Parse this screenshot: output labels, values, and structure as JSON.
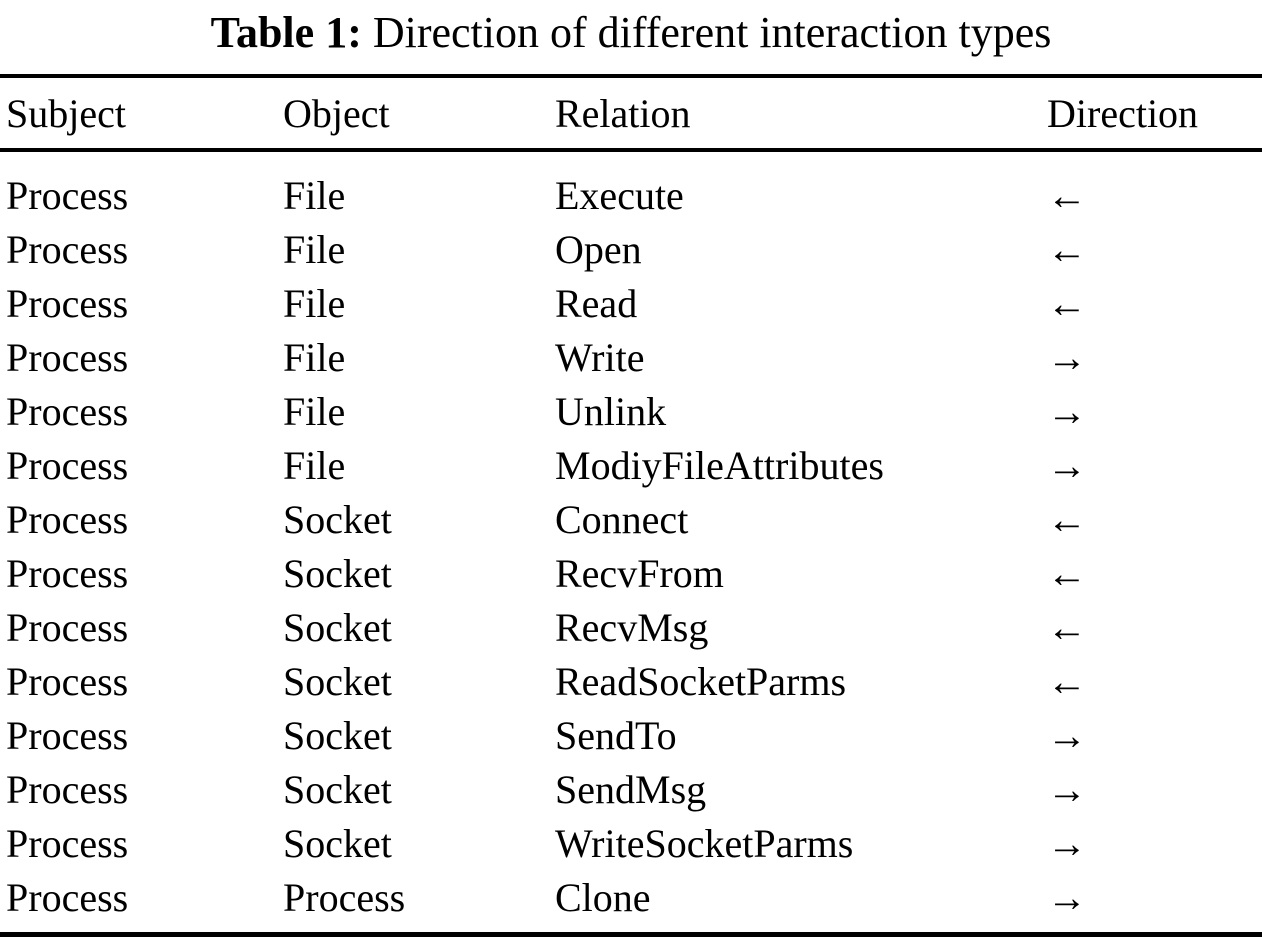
{
  "caption": {
    "label": "Table 1:",
    "text": "Direction of different interaction types"
  },
  "table": {
    "columns": {
      "subject": "Subject",
      "object": "Object",
      "relation": "Relation",
      "direction": "Direction"
    },
    "rows": [
      {
        "subject": "Process",
        "object": "File",
        "relation": "Execute",
        "direction": "←"
      },
      {
        "subject": "Process",
        "object": "File",
        "relation": "Open",
        "direction": "←"
      },
      {
        "subject": "Process",
        "object": "File",
        "relation": "Read",
        "direction": "←"
      },
      {
        "subject": "Process",
        "object": "File",
        "relation": "Write",
        "direction": "→"
      },
      {
        "subject": "Process",
        "object": "File",
        "relation": "Unlink",
        "direction": "→"
      },
      {
        "subject": "Process",
        "object": "File",
        "relation": "ModiyFileAttributes",
        "direction": "→"
      },
      {
        "subject": "Process",
        "object": "Socket",
        "relation": "Connect",
        "direction": "←"
      },
      {
        "subject": "Process",
        "object": "Socket",
        "relation": "RecvFrom",
        "direction": "←"
      },
      {
        "subject": "Process",
        "object": "Socket",
        "relation": "RecvMsg",
        "direction": "←"
      },
      {
        "subject": "Process",
        "object": "Socket",
        "relation": "ReadSocketParms",
        "direction": "←"
      },
      {
        "subject": "Process",
        "object": "Socket",
        "relation": "SendTo",
        "direction": "→"
      },
      {
        "subject": "Process",
        "object": "Socket",
        "relation": "SendMsg",
        "direction": "→"
      },
      {
        "subject": "Process",
        "object": "Socket",
        "relation": "WriteSocketParms",
        "direction": "→"
      },
      {
        "subject": "Process",
        "object": "Process",
        "relation": "Clone",
        "direction": "→"
      }
    ]
  },
  "colors": {
    "text": "#000000",
    "background": "#ffffff",
    "rule": "#000000"
  }
}
